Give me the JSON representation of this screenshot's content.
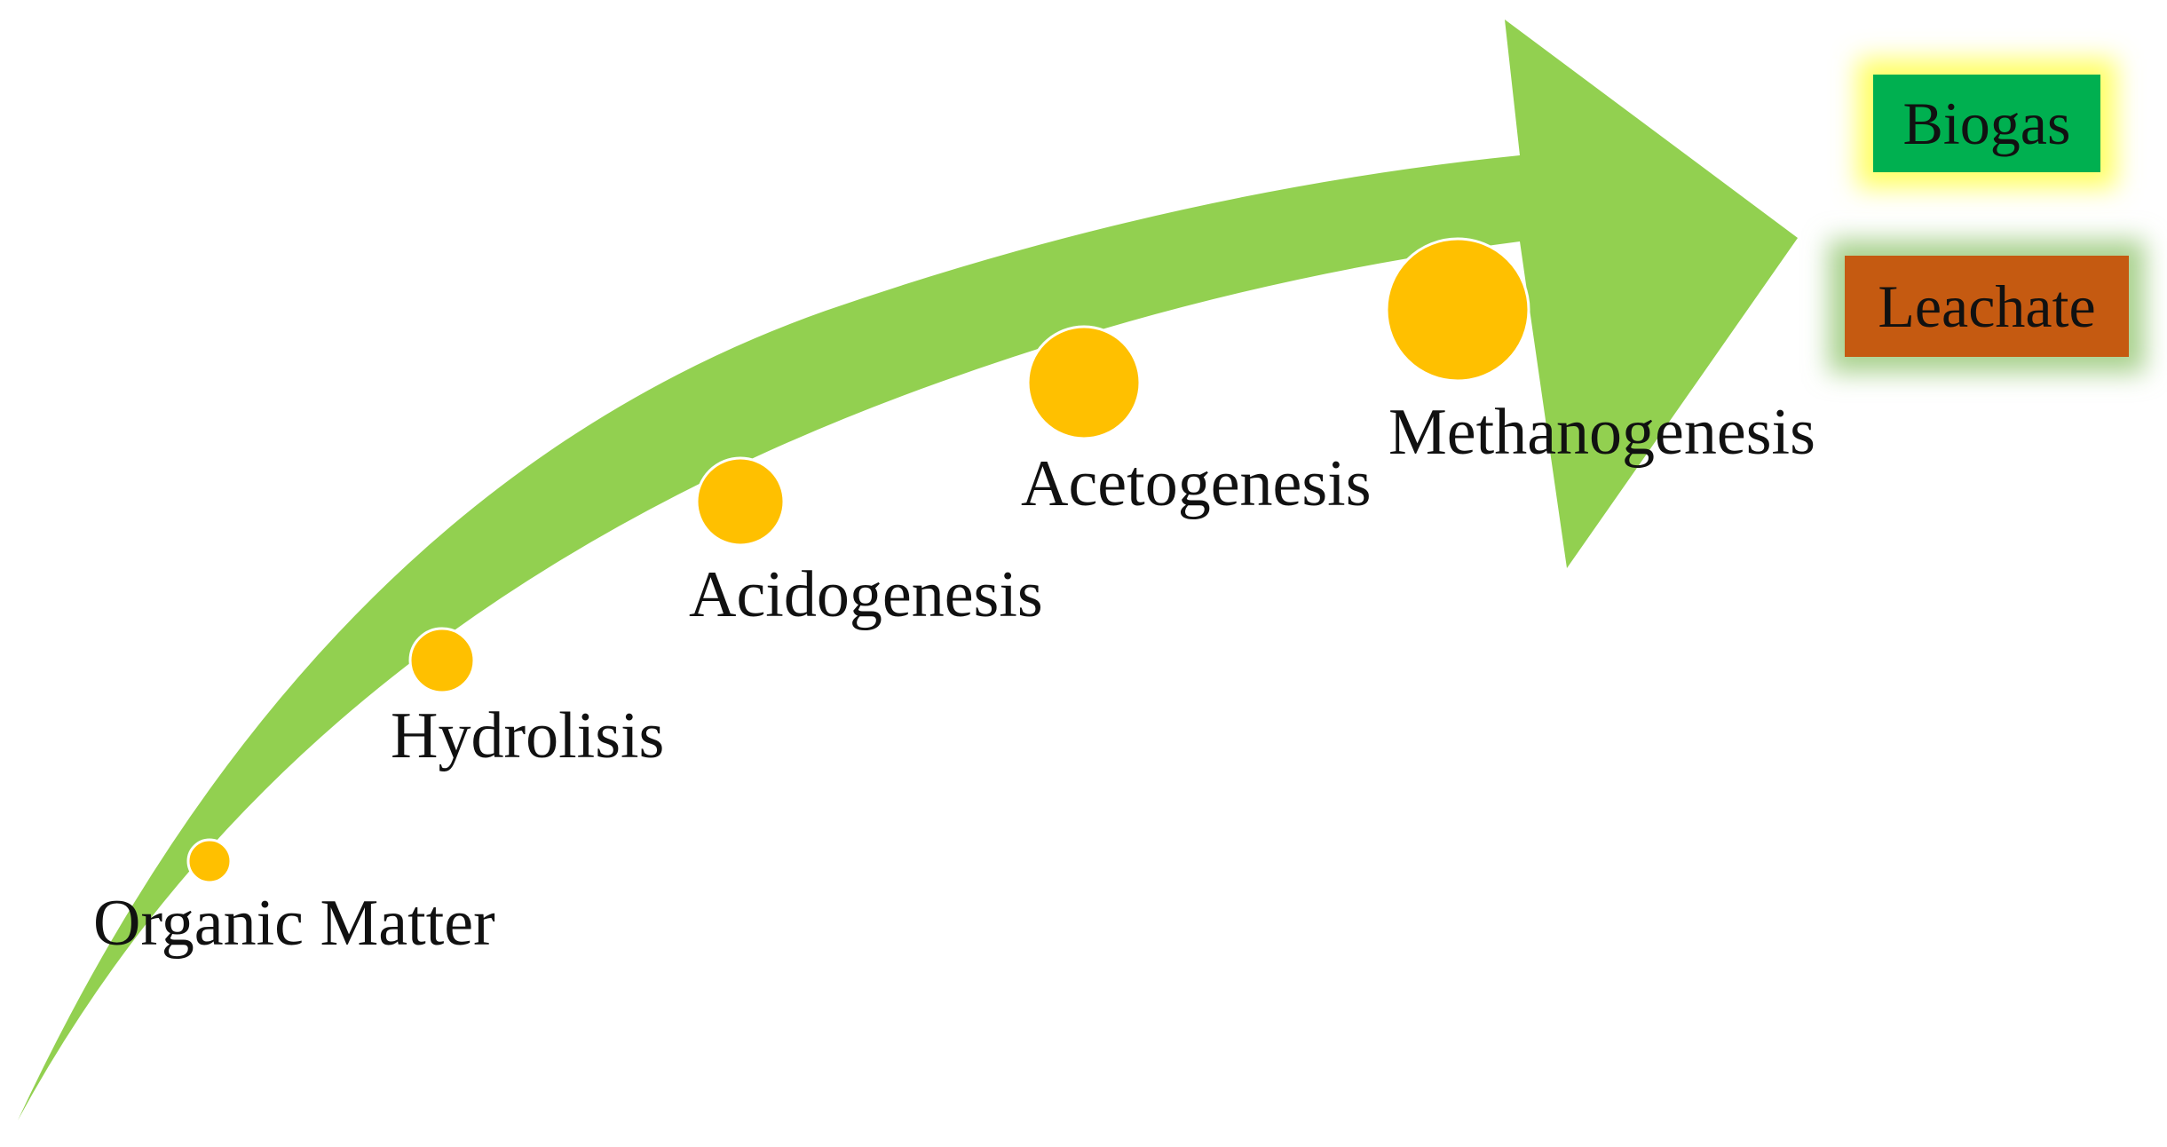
{
  "colors": {
    "arrow": "#92d050",
    "circle": "#ffc000",
    "circle_stroke": "#ffffff",
    "biogas_fill": "#00b050",
    "biogas_glow": "#ffff66",
    "leachate_fill": "#c55a11",
    "leachate_glow": "#a9d18e",
    "text": "#111111"
  },
  "stages": [
    {
      "id": "organic-matter",
      "label": "Organic Matter",
      "size": 1
    },
    {
      "id": "hydrolisis",
      "label": "Hydrolisis",
      "size": 2
    },
    {
      "id": "acidogenesis",
      "label": "Acidogenesis",
      "size": 3
    },
    {
      "id": "acetogenesis",
      "label": "Acetogenesis",
      "size": 4
    },
    {
      "id": "methanogenesis",
      "label": "Methanogenesis",
      "size": 5
    }
  ],
  "outputs": {
    "biogas": "Biogas",
    "leachate": "Leachate"
  }
}
